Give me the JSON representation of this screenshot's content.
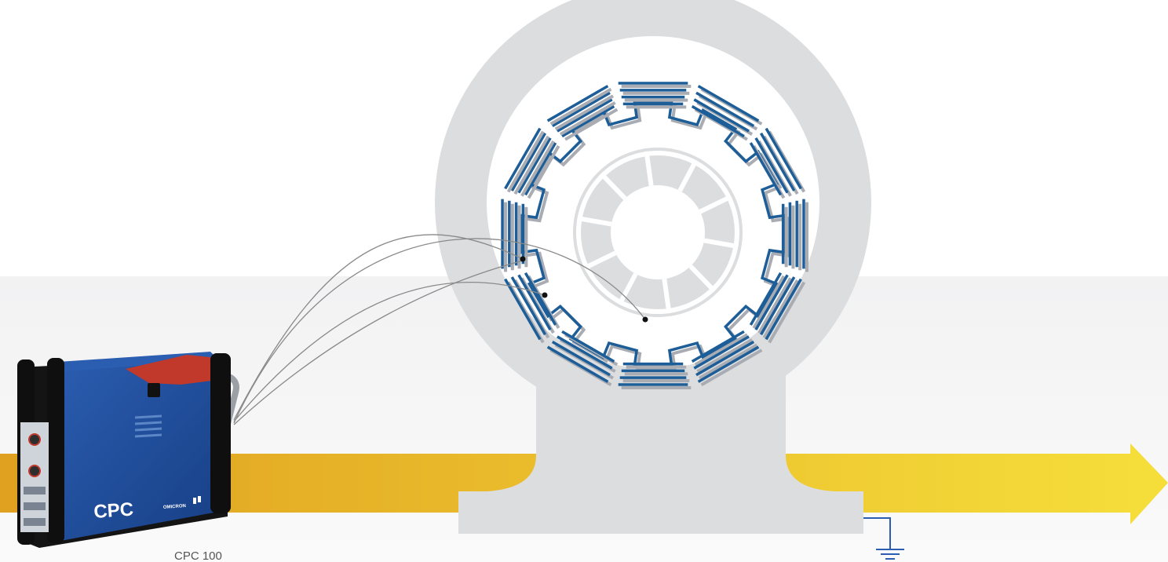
{
  "device": {
    "brand_label": "CPC",
    "maker_label": "OMICRON",
    "caption": "CPC 100"
  },
  "colors": {
    "arrow_start": "#e0a020",
    "arrow_end": "#f5dd3a",
    "housing": "#dcdddf",
    "winding": "#1d5e98",
    "winding_shadow": "#a9adb3",
    "device_body": "#1f4fa0",
    "device_accent": "#c0392b",
    "lead_wire": "#8a8a8a"
  },
  "icons": {
    "ground": "ground-symbol-icon",
    "arrow": "flow-arrow-icon"
  }
}
